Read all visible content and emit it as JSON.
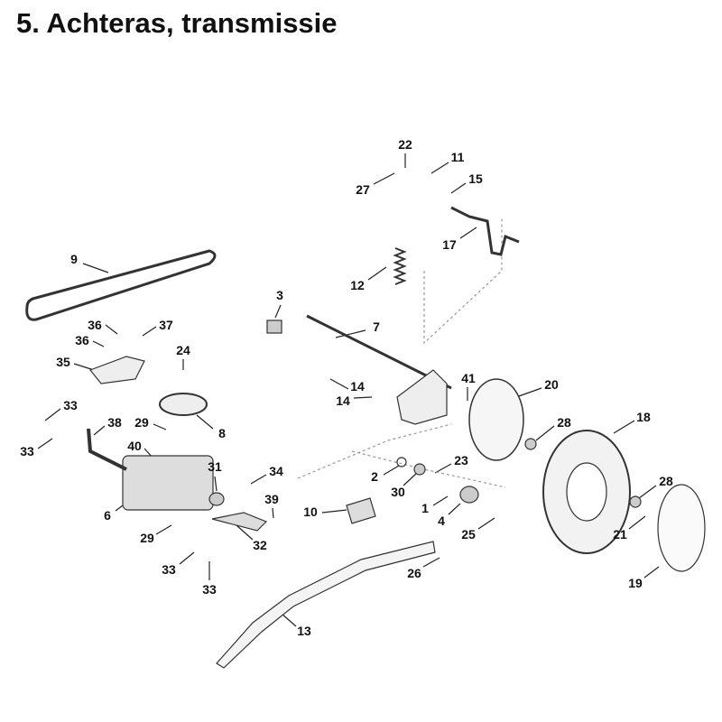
{
  "title": "5. Achteras, transmissie",
  "labels": [
    "22",
    "11",
    "27",
    "15",
    "17",
    "12",
    "9",
    "3",
    "7",
    "36",
    "37",
    "36",
    "24",
    "35",
    "14",
    "14",
    "41",
    "20",
    "18",
    "33",
    "29",
    "8",
    "38",
    "28",
    "33",
    "40",
    "23",
    "31",
    "34",
    "2",
    "30",
    "28",
    "39",
    "1",
    "10",
    "6",
    "4",
    "25",
    "29",
    "32",
    "21",
    "33",
    "26",
    "33",
    "19",
    "13"
  ]
}
